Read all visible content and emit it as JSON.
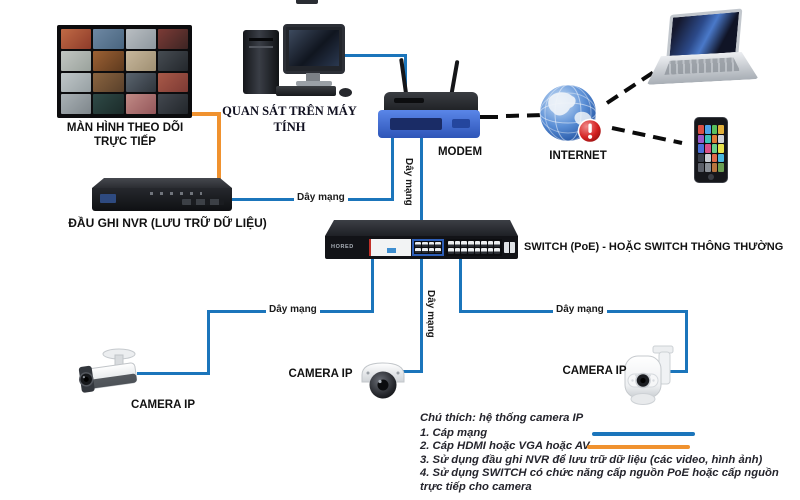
{
  "nodes": {
    "monitor_wall": {
      "label_line1": "MÀN HÌNH THEO DÕI",
      "label_line2": "TRỰC TIẾP"
    },
    "pc": {
      "label_line1": "QUAN SÁT TRÊN MÁY",
      "label_line2": "TÍNH"
    },
    "modem": {
      "label": "MODEM"
    },
    "internet": {
      "label": "INTERNET"
    },
    "nvr": {
      "label": "ĐẦU GHI NVR (LƯU TRỮ DỮ LIỆU)"
    },
    "switch": {
      "label": "SWITCH (PoE) - HOẶC SWITCH THÔNG THƯỜNG",
      "brand": "HORED"
    },
    "camera_bullet": {
      "label": "CAMERA IP"
    },
    "camera_dome": {
      "label": "CAMERA IP"
    },
    "camera_ptz": {
      "label": "CAMERA IP"
    }
  },
  "wires": {
    "network_label": "Dây mạng"
  },
  "legend": {
    "title": "Chú thích: hệ thống camera IP",
    "items": [
      {
        "text": "1. Cáp mạng",
        "swatch": "#1b75bb"
      },
      {
        "text": "2. Cáp HDMI hoặc VGA hoặc AV",
        "swatch": "#f0922f"
      },
      {
        "text": "3. Sử dụng đầu ghi NVR để lưu trữ dữ liệu (các video, hình ảnh)"
      },
      {
        "text": "4. Sử dụng SWITCH có chức năng cấp nguồn PoE hoặc cấp nguồn trực tiếp cho camera"
      }
    ]
  },
  "colors": {
    "network_cable": "#1b75bb",
    "hdmi_cable": "#f0922f",
    "internet_link": "#0b0b0b"
  }
}
